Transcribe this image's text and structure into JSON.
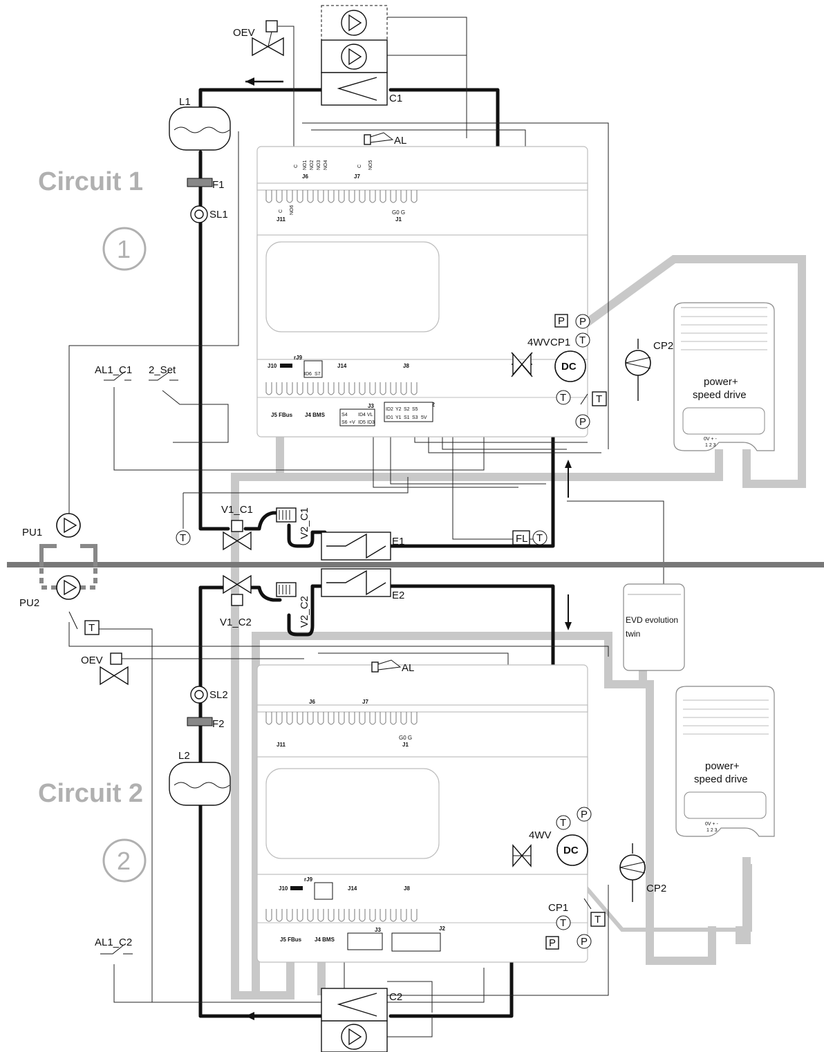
{
  "labels": {
    "circuit1": "Circuit 1",
    "circuit2": "Circuit 2",
    "num1": "1",
    "num2": "2",
    "oev": "OEV",
    "c1": "C1",
    "c2": "C2",
    "l1": "L1",
    "l2": "L2",
    "f1": "F1",
    "f2": "F2",
    "sl1": "SL1",
    "sl2": "SL2",
    "al": "AL",
    "al1_c1": "AL1_C1",
    "al1_c2": "AL1_C2",
    "set2": "2_Set",
    "pu1": "PU1",
    "pu2": "PU2",
    "v1_c1": "V1_C1",
    "v1_c2": "V1_C2",
    "v2_c1": "V2_C1",
    "v2_c2": "V2_C2",
    "e1": "E1",
    "e2": "E2",
    "fl": "FL",
    "t": "T",
    "p": "P",
    "fourwv": "4WV",
    "cp1": "CP1",
    "cp2": "CP2",
    "dc": "DC",
    "drive_l1": "power+",
    "drive_l2": "speed drive",
    "drive_pins": "0V  +  -",
    "drive_nums": "1  2  3",
    "evd_l1": "EVD evolution",
    "evd_l2": "twin"
  },
  "terminals": {
    "j6": "J6",
    "j7": "J7",
    "j11": "J11",
    "j1": "J1",
    "j10": "J10",
    "j9": "rJ9",
    "j14": "J14",
    "j8": "J8",
    "j3": "J3",
    "j2": "J2",
    "j5": "J5 FBus",
    "j4": "J4 BMS",
    "j6pins": [
      "C",
      "NO1",
      "NO2",
      "NO3",
      "NO4"
    ],
    "j7pins": [
      "C",
      "NO5"
    ],
    "j11pins": [
      "C",
      "NO6"
    ],
    "j1pins": "G0  G",
    "j9pins": [
      "ID6",
      "S7"
    ],
    "j3top": [
      "S4",
      "○",
      "ID4",
      "VL"
    ],
    "j3bot": [
      "S6",
      "+V",
      "ID5",
      "ID3"
    ],
    "j2top": [
      "ID2",
      "Y2",
      "S2",
      "S5",
      "○"
    ],
    "j2bot": [
      "ID1",
      "Y1",
      "S1",
      "S3",
      "5V"
    ]
  }
}
